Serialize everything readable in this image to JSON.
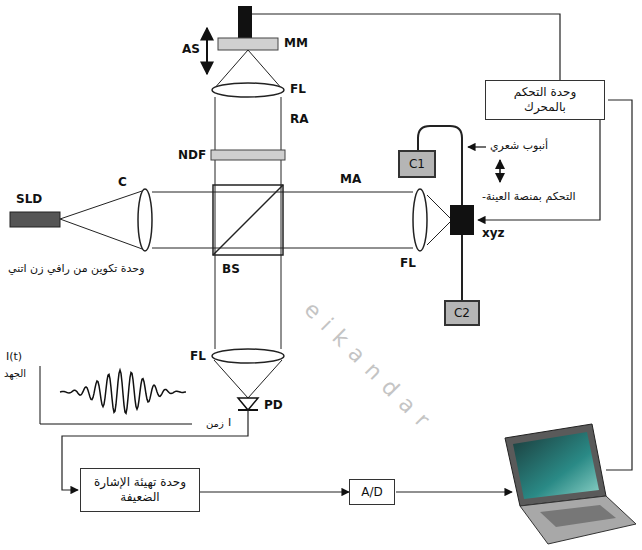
{
  "diagram": {
    "nodes": [
      {
        "text": [
          "وحدة التحكم بالمحرك"
        ]
      },
      {
        "text": [
          "C1"
        ]
      },
      {
        "text": [
          "C2"
        ]
      },
      {
        "text": [
          "وحدة تهيئة الإشارة الضعيفة"
        ]
      },
      {
        "text": [
          "A/D"
        ]
      }
    ],
    "edges": [
      {
        "from": 3,
        "to": 4,
        "arrow": "to"
      }
    ],
    "labels": [
      "AS",
      "MM",
      "FL",
      "RA",
      "NDF",
      "SLD",
      "C",
      "MA",
      "BS",
      "FL",
      "FL",
      "PD",
      "I(t)",
      "الجهد",
      "I",
      "زمن",
      "أنبوب شعري",
      "التحكم بمنصة العينة-",
      "xyz",
      "وحدة تكوين من رافي زن اتني",
      "eikandar"
    ]
  }
}
